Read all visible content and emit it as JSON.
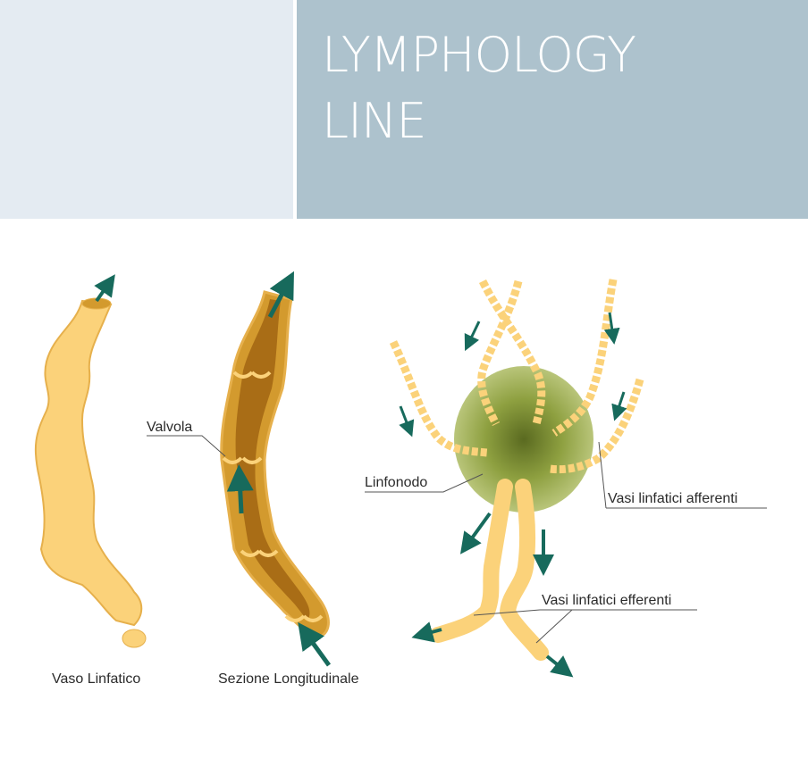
{
  "header": {
    "title_line1": "LYMPHOLOGY",
    "title_line2": "LINE"
  },
  "labels": {
    "valvola": "Valvola",
    "linfonodo": "Linfonodo",
    "vasi_afferenti": "Vasi linfatici afferenti",
    "vasi_efferenti": "Vasi linfatici efferenti",
    "vaso_linfatico": "Vaso Linfatico",
    "sezione_longitudinale": "Sezione Longitudinale"
  },
  "colors": {
    "vessel": "#fbd27a",
    "vessel_edge": "#e6b04c",
    "section": "#d39a2e",
    "section_inner": "#a96d16",
    "node": "#9aac4c",
    "arrow": "#176a5c"
  }
}
